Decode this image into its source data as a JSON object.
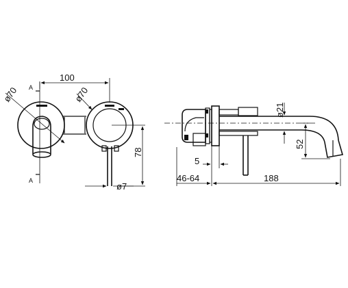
{
  "front_view": {
    "section_marker": "A",
    "dim_width": "100",
    "dim_left_diameter": "ø70",
    "dim_right_diameter": "ø70",
    "dim_height": "78",
    "dim_handle_diameter": "ø7"
  },
  "side_view": {
    "dim_spout_diameter": "ø21",
    "dim_spout_height": "52",
    "dim_plate_thickness": "5",
    "dim_wall_range": "46-64",
    "dim_projection": "188"
  }
}
